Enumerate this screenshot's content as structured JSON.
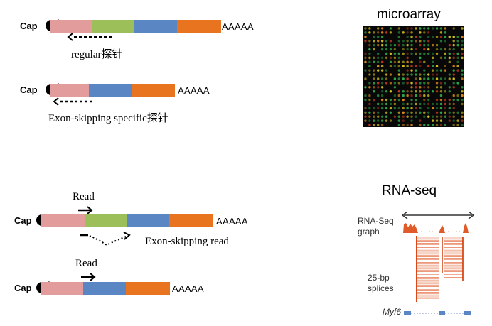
{
  "diagram": {
    "cap_label": "Cap",
    "polya_label": "AAAAA",
    "read_label": "Read",
    "probe_regular": "regular探针",
    "probe_exon_skipping": "Exon-skipping specific探针",
    "exon_skipping_read": "Exon-skipping read"
  },
  "microarray": {
    "title": "microarray",
    "colors": {
      "green": "#2fa84a",
      "yellow": "#d6c21d",
      "orange": "#e08a1a",
      "red": "#c8371f",
      "background": "#080808"
    }
  },
  "rnaseq": {
    "title": "RNA-seq",
    "graph_label_line1": "RNA-Seq",
    "graph_label_line2": "graph",
    "splice_label_line1": "25-bp",
    "splice_label_line2": "splices",
    "gene_label": "Myf6"
  },
  "colors": {
    "exon1": "#e39c9c",
    "exon_skip": "#9cbf5a",
    "exon3": "#5b86c4",
    "exon4": "#e8741f",
    "reads": "#e05a2a"
  }
}
